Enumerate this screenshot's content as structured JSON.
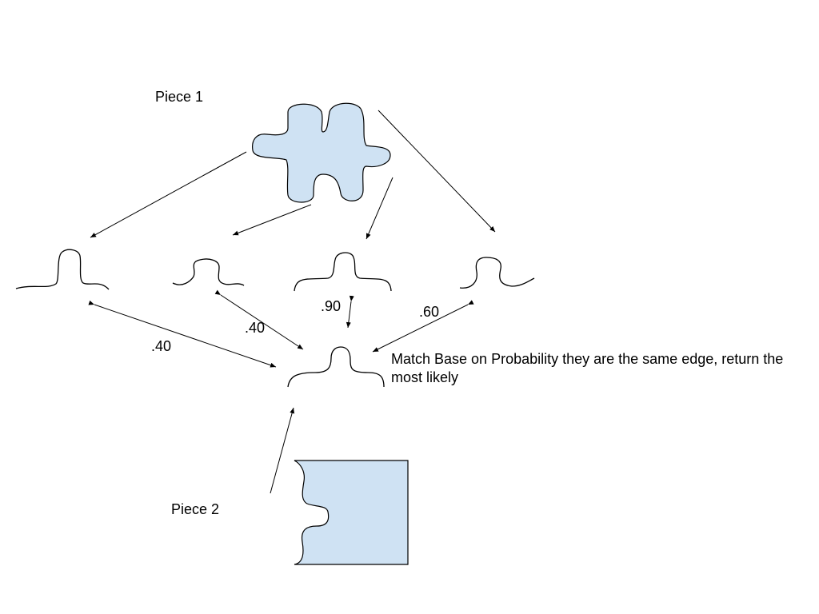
{
  "diagram": {
    "piece1_label": "Piece 1",
    "piece2_label": "Piece 2",
    "probabilities": {
      "edge_a": ".40",
      "edge_b": ".40",
      "edge_c": ".90",
      "edge_d": ".60"
    },
    "match_note": "Match Base on Probability they are the same edge, return the most likely",
    "colors": {
      "piece_fill": "#cfe2f3",
      "stroke": "#000000"
    }
  }
}
